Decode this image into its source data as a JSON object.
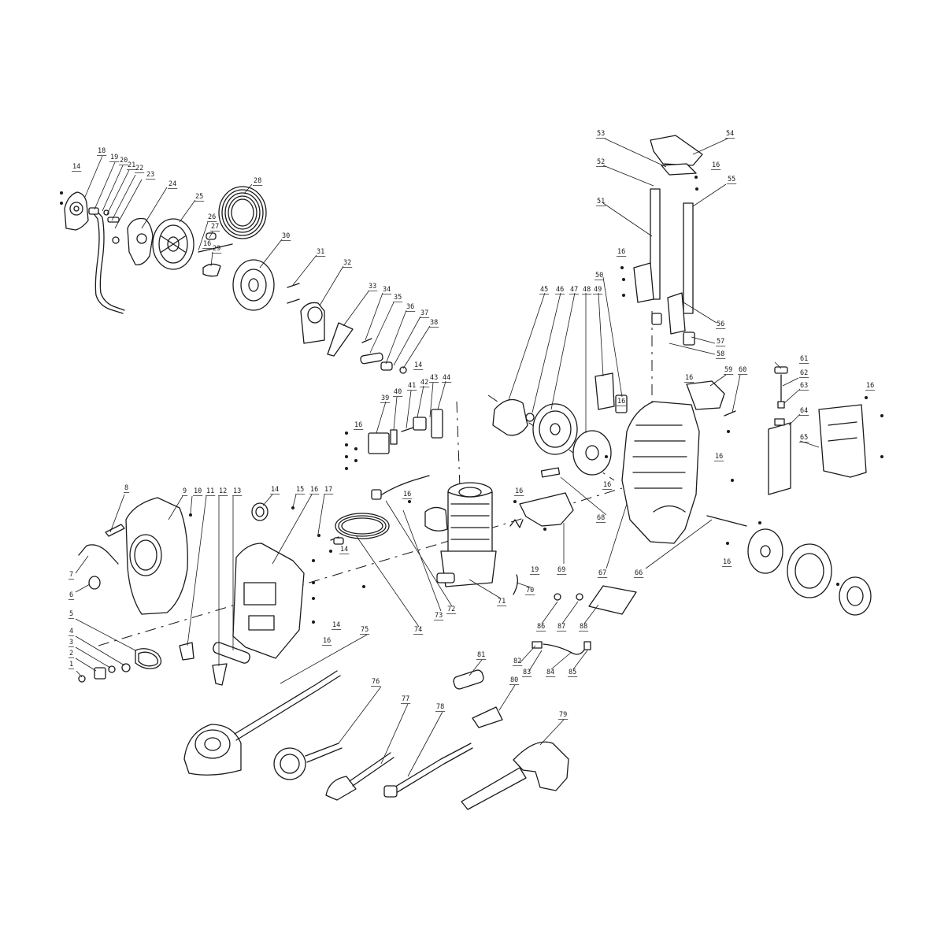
{
  "diagram": {
    "kind": "exploded-parts-view",
    "parts": [
      {
        "id": "p1",
        "label": "1"
      },
      {
        "id": "p2",
        "label": "2"
      },
      {
        "id": "p3",
        "label": "3"
      },
      {
        "id": "p4",
        "label": "4"
      },
      {
        "id": "p5",
        "label": "5"
      },
      {
        "id": "p6",
        "label": "6"
      },
      {
        "id": "p7",
        "label": "7"
      },
      {
        "id": "p8",
        "label": "8"
      },
      {
        "id": "p9",
        "label": "9"
      },
      {
        "id": "p10",
        "label": "10"
      },
      {
        "id": "p11",
        "label": "11"
      },
      {
        "id": "p12",
        "label": "12"
      },
      {
        "id": "p13",
        "label": "13"
      },
      {
        "id": "p14",
        "label": "14"
      },
      {
        "id": "p15",
        "label": "15"
      },
      {
        "id": "p16",
        "label": "16"
      },
      {
        "id": "p17",
        "label": "17"
      },
      {
        "id": "p18",
        "label": "18"
      },
      {
        "id": "p19",
        "label": "19"
      },
      {
        "id": "p20",
        "label": "20"
      },
      {
        "id": "p21",
        "label": "21"
      },
      {
        "id": "p22",
        "label": "22"
      },
      {
        "id": "p23",
        "label": "23"
      },
      {
        "id": "p24",
        "label": "24"
      },
      {
        "id": "p25",
        "label": "25"
      },
      {
        "id": "p26",
        "label": "26"
      },
      {
        "id": "p27",
        "label": "27"
      },
      {
        "id": "p28",
        "label": "28"
      },
      {
        "id": "p29",
        "label": "29"
      },
      {
        "id": "p30",
        "label": "30"
      },
      {
        "id": "p31",
        "label": "31"
      },
      {
        "id": "p32",
        "label": "32"
      },
      {
        "id": "p33",
        "label": "33"
      },
      {
        "id": "p34",
        "label": "34"
      },
      {
        "id": "p35",
        "label": "35"
      },
      {
        "id": "p36",
        "label": "36"
      },
      {
        "id": "p37",
        "label": "37"
      },
      {
        "id": "p38",
        "label": "38"
      },
      {
        "id": "p39",
        "label": "39"
      },
      {
        "id": "p40",
        "label": "40"
      },
      {
        "id": "p41",
        "label": "41"
      },
      {
        "id": "p42",
        "label": "42"
      },
      {
        "id": "p43",
        "label": "43"
      },
      {
        "id": "p44",
        "label": "44"
      },
      {
        "id": "p45",
        "label": "45"
      },
      {
        "id": "p46",
        "label": "46"
      },
      {
        "id": "p47",
        "label": "47"
      },
      {
        "id": "p48",
        "label": "48"
      },
      {
        "id": "p49",
        "label": "49"
      },
      {
        "id": "p50",
        "label": "50"
      },
      {
        "id": "p51",
        "label": "51"
      },
      {
        "id": "p52",
        "label": "52"
      },
      {
        "id": "p53",
        "label": "53"
      },
      {
        "id": "p54",
        "label": "54"
      },
      {
        "id": "p55",
        "label": "55"
      },
      {
        "id": "p56",
        "label": "56"
      },
      {
        "id": "p57",
        "label": "57"
      },
      {
        "id": "p58",
        "label": "58"
      },
      {
        "id": "p59",
        "label": "59"
      },
      {
        "id": "p60",
        "label": "60"
      },
      {
        "id": "p61",
        "label": "61"
      },
      {
        "id": "p62",
        "label": "62"
      },
      {
        "id": "p63",
        "label": "63"
      },
      {
        "id": "p64",
        "label": "64"
      },
      {
        "id": "p65",
        "label": "65"
      },
      {
        "id": "p66",
        "label": "66"
      },
      {
        "id": "p67",
        "label": "67"
      },
      {
        "id": "p68",
        "label": "68"
      },
      {
        "id": "p69",
        "label": "69"
      },
      {
        "id": "p70",
        "label": "70"
      },
      {
        "id": "p71",
        "label": "71"
      },
      {
        "id": "p72",
        "label": "72"
      },
      {
        "id": "p73",
        "label": "73"
      },
      {
        "id": "p74",
        "label": "74"
      },
      {
        "id": "p75",
        "label": "75"
      },
      {
        "id": "p76",
        "label": "76"
      },
      {
        "id": "p77",
        "label": "77"
      },
      {
        "id": "p78",
        "label": "78"
      },
      {
        "id": "p79",
        "label": "79"
      },
      {
        "id": "p80",
        "label": "80"
      },
      {
        "id": "p81",
        "label": "81"
      },
      {
        "id": "p82",
        "label": "82"
      },
      {
        "id": "p83",
        "label": "83"
      },
      {
        "id": "p84",
        "label": "84"
      },
      {
        "id": "p85",
        "label": "85"
      },
      {
        "id": "p86",
        "label": "86"
      },
      {
        "id": "p87",
        "label": "87"
      },
      {
        "id": "p88",
        "label": "88"
      }
    ],
    "screw_refs": [
      {
        "id": "s14",
        "label": "14"
      },
      {
        "id": "s16",
        "label": "16"
      },
      {
        "id": "s19",
        "label": "19"
      }
    ]
  }
}
